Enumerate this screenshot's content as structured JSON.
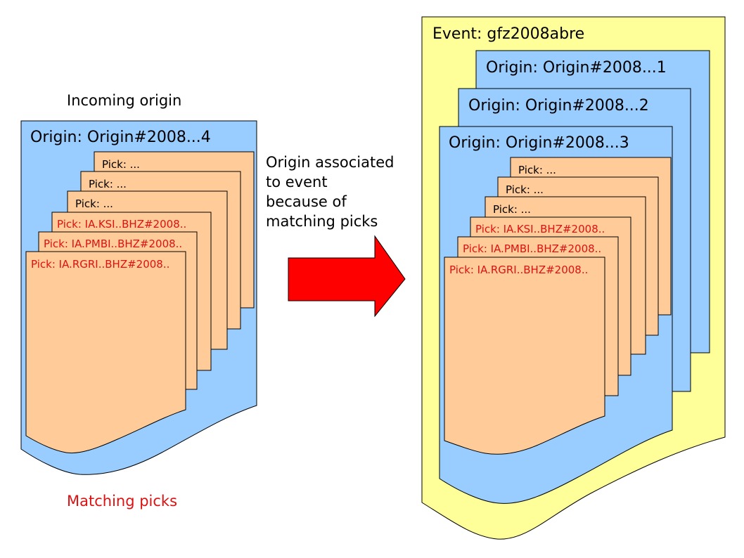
{
  "colors": {
    "event_fill": "#ffff99",
    "origin_fill": "#99ccff",
    "pick_fill": "#ffcc99",
    "arrow_fill": "#ff0000",
    "highlight_text": "#dd1111",
    "text": "#000000",
    "background": "#ffffff"
  },
  "left_group": {
    "title": "Incoming origin",
    "origin_label": "Origin: Origin#2008...4",
    "picks": [
      {
        "label": "Pick: ...",
        "highlighted": false
      },
      {
        "label": "Pick: ...",
        "highlighted": false
      },
      {
        "label": "Pick: ...",
        "highlighted": false
      },
      {
        "label": "Pick: IA.KSI..BHZ#2008..",
        "highlighted": true
      },
      {
        "label": "Pick: IA.PMBI..BHZ#2008..",
        "highlighted": true
      },
      {
        "label": "Pick: IA.RGRI..BHZ#2008..",
        "highlighted": true
      }
    ],
    "caption": "Matching picks"
  },
  "annotation": {
    "lines": [
      "Origin associated",
      "to event",
      "because of",
      "matching picks"
    ]
  },
  "right_group": {
    "event_label": "Event: gfz2008abre",
    "origin_labels": [
      "Origin: Origin#2008...1",
      "Origin: Origin#2008...2",
      "Origin: Origin#2008...3"
    ],
    "picks": [
      {
        "label": "Pick: ...",
        "highlighted": false
      },
      {
        "label": "Pick: ...",
        "highlighted": false
      },
      {
        "label": "Pick: ...",
        "highlighted": false
      },
      {
        "label": "Pick: IA.KSI..BHZ#2008..",
        "highlighted": true
      },
      {
        "label": "Pick: IA.PMBI..BHZ#2008..",
        "highlighted": true
      },
      {
        "label": "Pick: IA.RGRI..BHZ#2008..",
        "highlighted": true
      }
    ]
  }
}
